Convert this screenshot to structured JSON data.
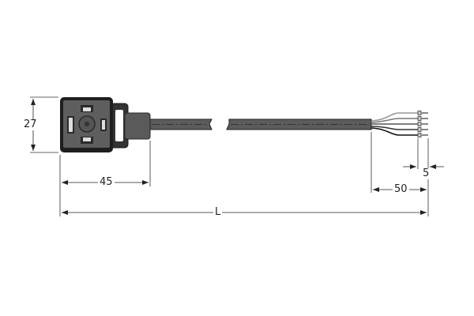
{
  "drawing": {
    "title": "Valve connector cable drawing",
    "components": {
      "connector": "valve-plug-connector-form-a",
      "cable": "jacketed-cable-broken-view",
      "wires": 5
    },
    "dimensions": {
      "height": "27",
      "connector_length": "45",
      "wire_strip_length": "50",
      "ferrule_length": "5",
      "total_length": "L"
    },
    "colors": {
      "connector_body": "#5a5a5a",
      "connector_outline": "#1a1a1a",
      "cable": "#5c5c5c",
      "dimension_line": "#333333",
      "background": "#ffffff"
    }
  }
}
